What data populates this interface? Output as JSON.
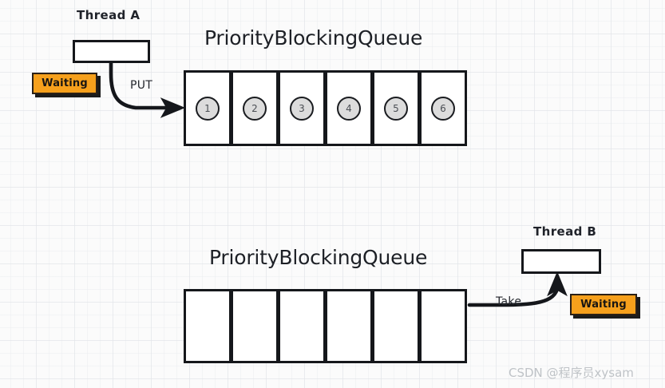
{
  "background": {
    "color": "#fbfbfb",
    "grid_color": "#e1e4e8"
  },
  "palette": {
    "stroke": "#15171b",
    "badge_orange": "#f6a01c",
    "circle_fill": "#dcdcdc",
    "text": "#1d2026",
    "watermark": "#bfc3c7"
  },
  "producer": {
    "thread_label": "Thread A",
    "status_badge": "Waiting",
    "edge_label": "PUT",
    "queue_title": "PriorityBlockingQueue",
    "queue_items": [
      "1",
      "2",
      "3",
      "4",
      "5",
      "6"
    ]
  },
  "consumer": {
    "thread_label": "Thread B",
    "status_badge": "Waiting",
    "edge_label": "Take",
    "queue_title": "PriorityBlockingQueue",
    "queue_items": [
      "",
      "",
      "",
      "",
      "",
      ""
    ]
  },
  "watermark": {
    "text": "CSDN @程序员xysam"
  }
}
